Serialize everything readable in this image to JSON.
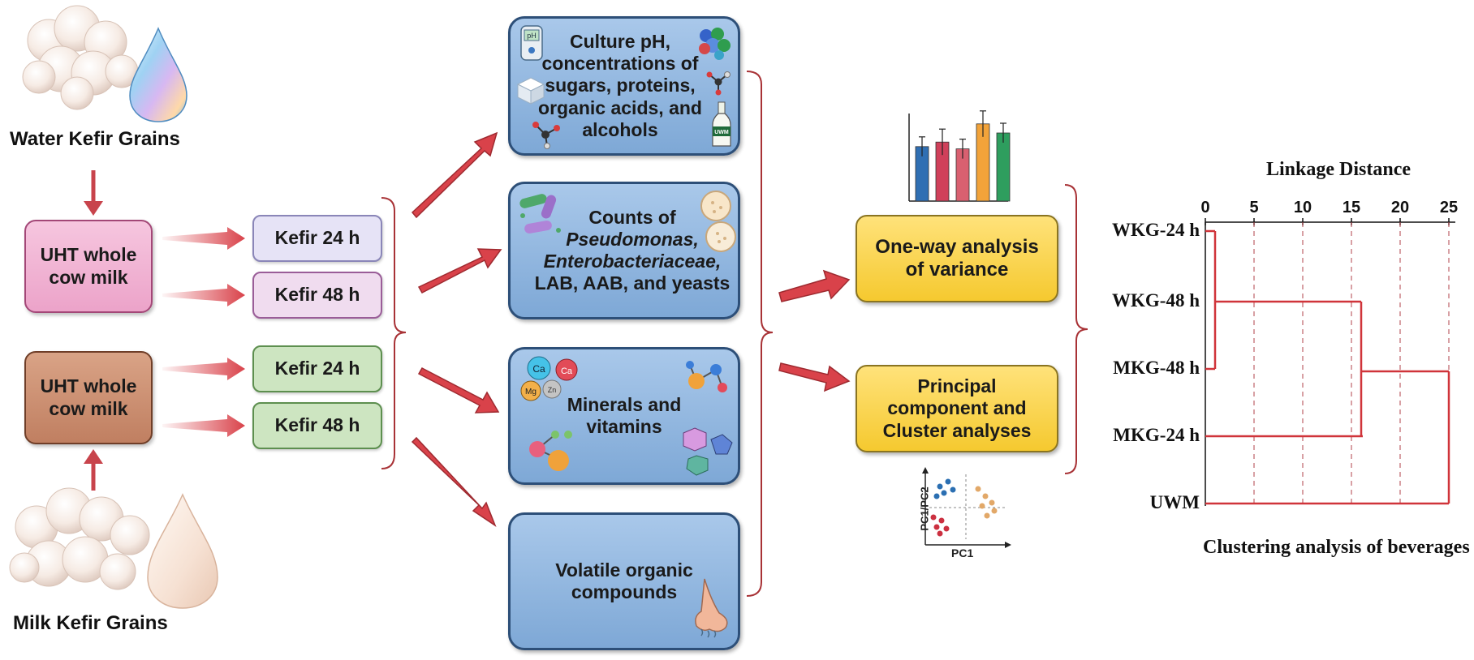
{
  "grains": {
    "water_label": "Water Kefir Grains",
    "milk_label": "Milk Kefir Grains"
  },
  "milk": {
    "top": {
      "line1": "UHT whole",
      "line2": "cow milk"
    },
    "bottom": {
      "line1": "UHT whole",
      "line2": "cow milk"
    }
  },
  "kefir": {
    "water_24": "Kefir 24 h",
    "water_48": "Kefir 48 h",
    "milk_24": "Kefir 24 h",
    "milk_48": "Kefir 48 h"
  },
  "analyses": {
    "culture": [
      "Culture pH,",
      "concentrations of",
      "sugars, proteins,",
      "organic acids, and",
      "alcohols"
    ],
    "counts": {
      "line1": "Counts of",
      "line2": "Pseudomonas,",
      "line3": "Enterobacteriaceae,",
      "line4": "LAB, AAB, and yeasts"
    },
    "minerals": [
      "Minerals and",
      "vitamins"
    ],
    "volatile": [
      "Volatile organic",
      "compounds"
    ]
  },
  "icon_labels": {
    "ph_meter": "pH",
    "bottle": "UWM",
    "ca1": "Ca",
    "ca2": "Ca",
    "mg": "Mg",
    "zn": "Zn"
  },
  "stats": {
    "anova": [
      "One-way analysis",
      "of variance"
    ],
    "pca": [
      "Principal",
      "component and",
      "Cluster analyses"
    ],
    "pca_axis_x": "PC1",
    "pca_axis_y": "PC1/PC2"
  },
  "dendrogram": {
    "title": "Linkage Distance",
    "caption": "Clustering analysis of beverages",
    "ticks": [
      0,
      5,
      10,
      15,
      20,
      25
    ],
    "labels": [
      "WKG-24 h",
      "WKG-48 h",
      "MKG-48 h",
      "MKG-24 h",
      "UWM"
    ],
    "merges": [
      {
        "items": [
          "WKG-24 h",
          "MKG-48 h"
        ],
        "distance": 1
      },
      {
        "items": [
          "WKG-48 h",
          "WKG-24 h + MKG-48 h"
        ],
        "distance": 16
      },
      {
        "items": [
          "MKG-24 h",
          "WKG cluster"
        ],
        "distance": 16
      },
      {
        "items": [
          "UWM",
          "all other samples"
        ],
        "distance": 25
      }
    ],
    "line_color": "#d0343a"
  },
  "colors": {
    "arrow": "#d9424a",
    "bracket": "#a83236",
    "blue_box": "#8fb3dd",
    "yellow_box": "#f9d24a",
    "pink_milk": "#f2b8d6",
    "brown_milk": "#c98e70",
    "lavender_kefir": "#e6e3f6",
    "pink_kefir": "#f0dcef",
    "green_kefir": "#cde5c1"
  },
  "bar_chart": {
    "values": [
      4.8,
      5.2,
      4.6,
      6.8,
      6.0
    ],
    "colors": [
      "#2f6fb3",
      "#d0405a",
      "#d96070",
      "#f2a33a",
      "#2e9e5e"
    ]
  }
}
